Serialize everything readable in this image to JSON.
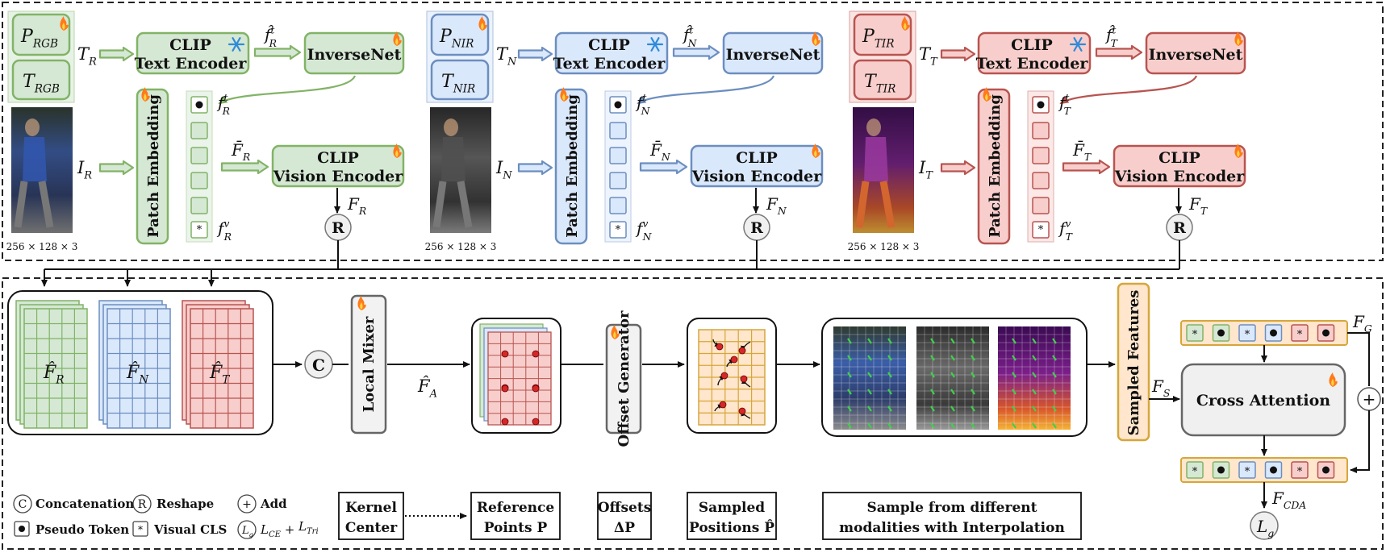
{
  "colors": {
    "rgb_fill": "#d5e8d4",
    "rgb_stroke": "#82b366",
    "nir_fill": "#dae8fc",
    "nir_stroke": "#6c8ebf",
    "tir_fill": "#f8cecc",
    "tir_stroke": "#b85450",
    "gray_fill": "#f2f2f2",
    "gray_stroke": "#666666",
    "orange_fill": "#ffe6cc",
    "orange_stroke": "#d6a63a",
    "fire": "#ff7a1a",
    "snow": "#2f8bd8"
  },
  "branches": [
    {
      "key": "rgb",
      "prompt_p": "P",
      "prompt_p_sub": "RGB",
      "prompt_t": "T",
      "prompt_t_sub": "RGB",
      "t_in": "T",
      "t_in_sub": "R",
      "i_in": "I",
      "i_in_sub": "R",
      "text_encoder": [
        "CLIP",
        "Text Encoder"
      ],
      "f_hat": "f̂",
      "f_hat_sup": "t",
      "f_hat_sub": "R",
      "inversenet": "InverseNet",
      "patch_embedding": "Patch Embedding",
      "f_t": "f",
      "f_t_sup": "t",
      "f_t_sub": "R",
      "f_bar": "F̄",
      "f_bar_sub": "R",
      "vision_encoder": [
        "CLIP",
        "Vision Encoder"
      ],
      "f_out": "F",
      "f_out_sub": "R",
      "f_v": "f",
      "f_v_sup": "v",
      "f_v_sub": "R",
      "reshape": "R",
      "size": "256 × 128 × 3"
    },
    {
      "key": "nir",
      "prompt_p": "P",
      "prompt_p_sub": "NIR",
      "prompt_t": "T",
      "prompt_t_sub": "NIR",
      "t_in": "T",
      "t_in_sub": "N",
      "i_in": "I",
      "i_in_sub": "N",
      "text_encoder": [
        "CLIP",
        "Text Encoder"
      ],
      "f_hat": "f̂",
      "f_hat_sup": "t",
      "f_hat_sub": "N",
      "inversenet": "InverseNet",
      "patch_embedding": "Patch Embedding",
      "f_t": "f",
      "f_t_sup": "t",
      "f_t_sub": "N",
      "f_bar": "F̄",
      "f_bar_sub": "N",
      "vision_encoder": [
        "CLIP",
        "Vision Encoder"
      ],
      "f_out": "F",
      "f_out_sub": "N",
      "f_v": "f",
      "f_v_sup": "v",
      "f_v_sub": "N",
      "reshape": "R",
      "size": "256 × 128 × 3"
    },
    {
      "key": "tir",
      "prompt_p": "P",
      "prompt_p_sub": "TIR",
      "prompt_t": "T",
      "prompt_t_sub": "TIR",
      "t_in": "T",
      "t_in_sub": "T",
      "i_in": "I",
      "i_in_sub": "T",
      "text_encoder": [
        "CLIP",
        "Text Encoder"
      ],
      "f_hat": "f̂",
      "f_hat_sup": "t",
      "f_hat_sub": "T",
      "inversenet": "InverseNet",
      "patch_embedding": "Patch Embedding",
      "f_t": "f",
      "f_t_sup": "t",
      "f_t_sub": "T",
      "f_bar": "F̄",
      "f_bar_sub": "T",
      "vision_encoder": [
        "CLIP",
        "Vision Encoder"
      ],
      "f_out": "F",
      "f_out_sub": "T",
      "f_v": "f",
      "f_v_sup": "v",
      "f_v_sub": "T",
      "reshape": "R",
      "size": "256 × 128 × 3"
    }
  ],
  "bottom": {
    "feat_r": "F̂",
    "feat_r_sub": "R",
    "feat_n": "F̂",
    "feat_n_sub": "N",
    "feat_t": "F̂",
    "feat_t_sub": "T",
    "concat": "C",
    "local_mixer": "Local Mixer",
    "f_a": "F̂",
    "f_a_sub": "A",
    "offset_generator": "Offset Generator",
    "sampled_features": "Sampled Features",
    "f_s": "F",
    "f_s_sub": "S",
    "f_g": "F",
    "f_g_sub": "G",
    "cross_attention": "Cross Attention",
    "add_symbol": "+",
    "f_cda": "F",
    "f_cda_sub": "CDA",
    "loss": "L",
    "loss_sub": "g",
    "token_cls": "*",
    "token_pseudo": "•"
  },
  "captions": {
    "kernel_center": [
      "Kernel",
      "Center"
    ],
    "reference_points": [
      "Reference",
      "Points P"
    ],
    "offsets": [
      "Offsets",
      "ΔP"
    ],
    "sampled_positions": [
      "Sampled",
      "Positions P̂"
    ],
    "sample_interp": [
      "Sample from different",
      "modalities with Interpolation"
    ]
  },
  "legend": {
    "concat_symbol": "C",
    "concat_label": "Concatenation",
    "reshape_symbol": "R",
    "reshape_label": "Reshape",
    "add_symbol": "+",
    "add_label": "Add",
    "pseudo_label": "Pseudo Token",
    "cls_symbol": "*",
    "cls_label": "Visual CLS",
    "loss_symbol": "L",
    "loss_symbol_sub": "g",
    "loss_formula": "L",
    "loss_ce_sub": "CE",
    "loss_plus": " + ",
    "loss_tri": "L",
    "loss_tri_sub": "Tri"
  }
}
